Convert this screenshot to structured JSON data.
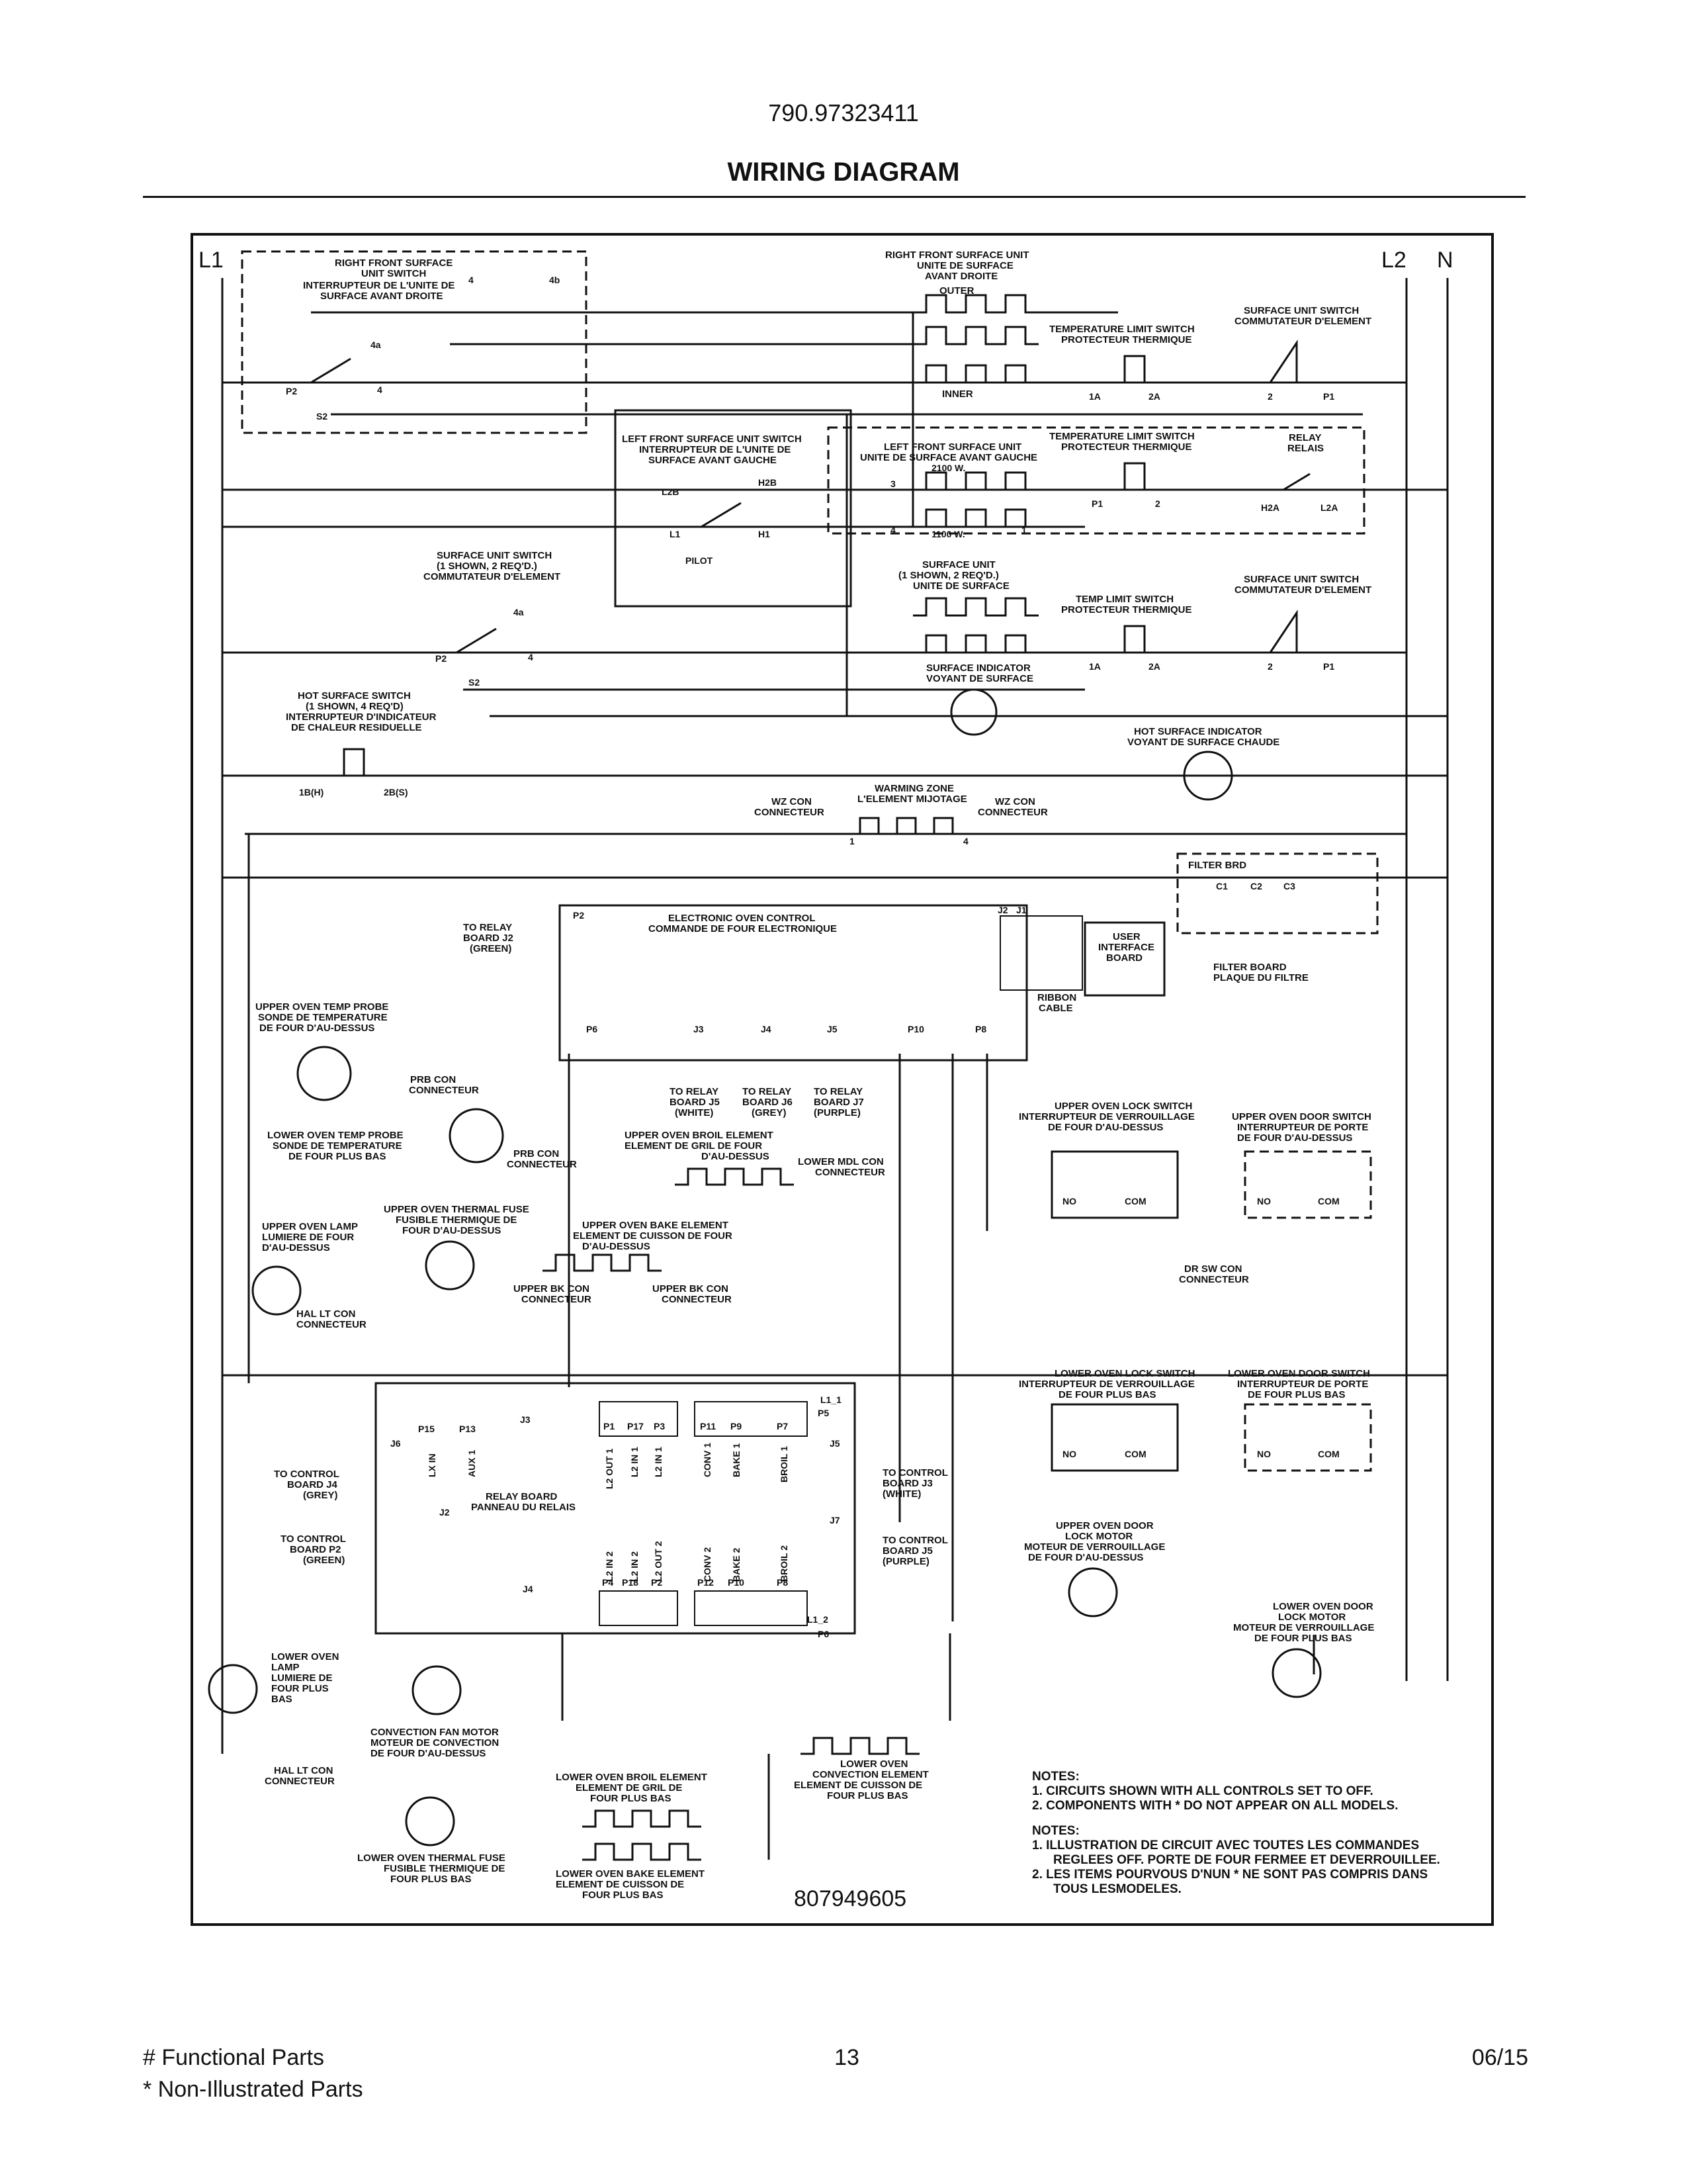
{
  "header": {
    "model": "790.97323411",
    "title": "WIRING DIAGRAM"
  },
  "footer": {
    "left1": "# Functional Parts",
    "left2": "* Non-Illustrated Parts",
    "page": "13",
    "date": "06/15"
  },
  "bus": {
    "l1": "L1",
    "l2": "L2",
    "n": "N"
  },
  "rf_switch": {
    "l1": "RIGHT FRONT SURFACE",
    "l2": "UNIT SWITCH",
    "l3": "INTERRUPTEUR DE L'UNITE DE",
    "l4": "SURFACE AVANT DROITE",
    "t4": "4",
    "t4b": "4b",
    "t4a": "4a",
    "p2": "P2",
    "s2": "S2",
    "t4c": "4"
  },
  "rf_unit": {
    "l1": "RIGHT FRONT SURFACE UNIT",
    "l2": "UNITE DE SURFACE",
    "l3": "AVANT DROITE",
    "outer": "OUTER",
    "inner": "INNER"
  },
  "rf_templimit": {
    "l1": "TEMPERATURE LIMIT SWITCH",
    "l2": "PROTECTEUR THERMIQUE",
    "a": "1A",
    "b": "2A"
  },
  "rf_sus": {
    "l1": "SURFACE UNIT SWITCH",
    "l2": "COMMUTATEUR D'ELEMENT",
    "a": "2",
    "b": "P1"
  },
  "lf_switch": {
    "l1": "LEFT FRONT SURFACE UNIT SWITCH",
    "l2": "INTERRUPTEUR DE L'UNITE DE",
    "l3": "SURFACE AVANT GAUCHE",
    "l2b": "L2B",
    "h2b": "H2B",
    "l1t": "L1",
    "h1": "H1",
    "pilot": "PILOT"
  },
  "lf_unit": {
    "l1": "LEFT FRONT SURFACE UNIT",
    "l2": "UNITE DE SURFACE AVANT GAUCHE",
    "w1": "2100 W.",
    "w2": "1100 W.",
    "t3": "3",
    "t4": "4",
    "t1": "1"
  },
  "lf_templimit": {
    "l1": "TEMPERATURE LIMIT SWITCH",
    "l2": "PROTECTEUR THERMIQUE",
    "a": "P1",
    "b": "2"
  },
  "relay": {
    "l1": "RELAY",
    "l2": "RELAIS",
    "a": "H2A",
    "b": "L2A"
  },
  "sus2": {
    "l1": "SURFACE UNIT SWITCH",
    "l2": "(1 SHOWN, 2 REQ'D.)",
    "l3": "COMMUTATEUR D'ELEMENT",
    "t4a": "4a",
    "p2": "P2",
    "t4": "4",
    "s2": "S2"
  },
  "su2": {
    "l1": "SURFACE UNIT",
    "l2": "(1 SHOWN, 2 REQ'D.)",
    "l3": "UNITE DE SURFACE"
  },
  "tl2": {
    "l1": "TEMP LIMIT SWITCH",
    "l2": "PROTECTEUR THERMIQUE",
    "a": "1A",
    "b": "2A"
  },
  "sus3": {
    "l1": "SURFACE UNIT SWITCH",
    "l2": "COMMUTATEUR D'ELEMENT",
    "a": "2",
    "b": "P1"
  },
  "si": {
    "l1": "SURFACE INDICATOR",
    "l2": "VOYANT DE SURFACE"
  },
  "hss": {
    "l1": "HOT SURFACE SWITCH",
    "l2": "(1 SHOWN, 4 REQ'D)",
    "l3": "INTERRUPTEUR D'INDICATEUR",
    "l4": "DE CHALEUR RESIDUELLE",
    "a": "1B(H)",
    "b": "2B(S)"
  },
  "hsi": {
    "l1": "HOT SURFACE INDICATOR",
    "l2": "VOYANT DE SURFACE CHAUDE"
  },
  "wz": {
    "l1": "WARMING ZONE",
    "l2": "L'ELEMENT MIJOTAGE",
    "con": "WZ CON",
    "con2": "CONNECTEUR",
    "a": "1",
    "b": "4"
  },
  "filter": {
    "title": "FILTER BRD",
    "c1": "C1",
    "c2": "C2",
    "c3": "C3",
    "n1": "FILTER BOARD",
    "n2": "PLAQUE DU FILTRE"
  },
  "eoc": {
    "l1": "ELECTRONIC OVEN CONTROL",
    "l2": "COMMANDE DE FOUR ELECTRONIQUE",
    "p2": "P2",
    "j2": "J2",
    "j1": "J1",
    "p6": "P6",
    "j3": "J3",
    "j4": "J4",
    "j5": "J5",
    "p10": "P10",
    "p8": "P8"
  },
  "to_relay_j2": {
    "l1": "TO RELAY",
    "l2": "BOARD J2",
    "l3": "(GREEN)"
  },
  "uib": {
    "l1": "USER",
    "l2": "INTERFACE",
    "l3": "BOARD",
    "rib1": "RIBBON",
    "rib2": "CABLE"
  },
  "to_j5": {
    "l1": "TO RELAY",
    "l2": "BOARD J5",
    "l3": "(WHITE)"
  },
  "to_j6": {
    "l1": "TO RELAY",
    "l2": "BOARD J6",
    "l3": "(GREY)"
  },
  "to_j7": {
    "l1": "TO RELAY",
    "l2": "BOARD J7",
    "l3": "(PURPLE)"
  },
  "uotp": {
    "l1": "UPPER OVEN TEMP PROBE",
    "l2": "SONDE DE TEMPERATURE",
    "l3": "DE FOUR D'AU-DESSUS"
  },
  "prb1": {
    "l1": "PRB CON",
    "l2": "CONNECTEUR"
  },
  "lotp": {
    "l1": "LOWER OVEN TEMP PROBE",
    "l2": "SONDE DE TEMPERATURE",
    "l3": "DE FOUR PLUS BAS"
  },
  "prb2": {
    "l1": "PRB CON",
    "l2": "CONNECTEUR"
  },
  "uobe": {
    "l1": "UPPER OVEN BROIL ELEMENT",
    "l2": "ELEMENT DE GRIL DE FOUR",
    "l3": "D'AU-DESSUS"
  },
  "lmd": {
    "l1": "LOWER MDL CON",
    "l2": "CONNECTEUR"
  },
  "uols": {
    "l1": "UPPER OVEN LOCK SWITCH",
    "l2": "INTERRUPTEUR DE VERROUILLAGE",
    "l3": "DE FOUR D'AU-DESSUS",
    "no": "NO",
    "com": "COM"
  },
  "uods": {
    "l1": "UPPER OVEN DOOR SWITCH",
    "l2": "INTERRUPTEUR DE PORTE",
    "l3": "DE FOUR D'AU-DESSUS",
    "no": "NO",
    "com": "COM"
  },
  "uotf": {
    "l1": "UPPER OVEN THERMAL FUSE",
    "l2": "FUSIBLE THERMIQUE DE",
    "l3": "FOUR D'AU-DESSUS"
  },
  "uolamp": {
    "l1": "UPPER OVEN LAMP",
    "l2": "LUMIERE DE FOUR",
    "l3": "D'AU-DESSUS"
  },
  "uobake": {
    "l1": "UPPER OVEN BAKE ELEMENT",
    "l2": "ELEMENT DE CUISSON DE FOUR",
    "l3": "D'AU-DESSUS"
  },
  "ubk1": {
    "l1": "UPPER BK CON",
    "l2": "CONNECTEUR"
  },
  "ubk2": {
    "l1": "UPPER BK CON",
    "l2": "CONNECTEUR"
  },
  "drsw": {
    "l1": "DR SW CON",
    "l2": "CONNECTEUR"
  },
  "hal1": {
    "l1": "HAL LT CON",
    "l2": "CONNECTEUR"
  },
  "rb": {
    "l1": "RELAY BOARD",
    "l2": "PANNEAU DU RELAIS",
    "p15": "P15",
    "p13": "P13",
    "j3": "J3",
    "p1": "P1",
    "p17": "P17",
    "p3": "P3",
    "p11": "P11",
    "p9": "P9",
    "p7": "P7",
    "l11": "L1_1",
    "p5": "P5",
    "lxin": "LX IN",
    "aux1": "AUX 1",
    "l2out1": "L2 OUT 1",
    "l2in1a": "L2 IN 1",
    "l2in1b": "L2 IN 1",
    "conv1": "CONV 1",
    "bake1": "BAKE 1",
    "broil1": "BROIL 1",
    "l2in2a": "L2 IN 2",
    "l2in2b": "L2 IN 2",
    "l2out2": "L2 OUT 2",
    "conv2": "CONV 2",
    "bake2": "BAKE 2",
    "broil2": "BROIL 2",
    "j6": "J6",
    "j2": "J2",
    "j5": "J5",
    "j7": "J7",
    "j4": "J4",
    "p4": "P4",
    "p18": "P18",
    "p2": "P2",
    "p12": "P12",
    "p10": "P10",
    "p8": "P8",
    "l12": "L1_2",
    "p6": "P6"
  },
  "tc_j4": {
    "l1": "TO CONTROL",
    "l2": "BOARD J4",
    "l3": "(GREY)"
  },
  "tc_p2": {
    "l1": "TO CONTROL",
    "l2": "BOARD P2",
    "l3": "(GREEN)"
  },
  "tc_j3": {
    "l1": "TO CONTROL",
    "l2": "BOARD J3",
    "l3": "(WHITE)"
  },
  "tc_j5": {
    "l1": "TO CONTROL",
    "l2": "BOARD J5",
    "l3": "(PURPLE)"
  },
  "lols": {
    "l1": "LOWER OVEN LOCK SWITCH",
    "l2": "INTERRUPTEUR DE VERROUILLAGE",
    "l3": "DE FOUR PLUS BAS",
    "no": "NO",
    "com": "COM"
  },
  "lods": {
    "l1": "LOWER OVEN DOOR SWITCH",
    "l2": "INTERRUPTEUR DE PORTE",
    "l3": "DE FOUR PLUS BAS",
    "no": "NO",
    "com": "COM"
  },
  "uodlm": {
    "l1": "UPPER OVEN DOOR",
    "l2": "LOCK MOTOR",
    "l3": "MOTEUR DE VERROUILLAGE",
    "l4": "DE FOUR D'AU-DESSUS"
  },
  "lodlm": {
    "l1": "LOWER OVEN DOOR",
    "l2": "LOCK MOTOR",
    "l3": "MOTEUR DE VERROUILLAGE",
    "l4": "DE FOUR PLUS BAS"
  },
  "lolamp": {
    "l1": "LOWER OVEN",
    "l2": "LAMP",
    "l3": "LUMIERE DE",
    "l4": "FOUR PLUS",
    "l5": "BAS"
  },
  "cfm": {
    "l1": "CONVECTION FAN MOTOR",
    "l2": "MOTEUR DE CONVECTION",
    "l3": "DE FOUR D'AU-DESSUS"
  },
  "hal2": {
    "l1": "HAL LT CON",
    "l2": "CONNECTEUR"
  },
  "lobroil": {
    "l1": "LOWER OVEN BROIL ELEMENT",
    "l2": "ELEMENT DE GRIL DE",
    "l3": "FOUR PLUS BAS"
  },
  "loconv": {
    "l1": "LOWER OVEN",
    "l2": "CONVECTION ELEMENT",
    "l3": "ELEMENT DE CUISSON DE",
    "l4": "FOUR PLUS BAS"
  },
  "lotf": {
    "l1": "LOWER OVEN THERMAL FUSE",
    "l2": "FUSIBLE THERMIQUE DE",
    "l3": "FOUR PLUS BAS"
  },
  "lobake": {
    "l1": "LOWER OVEN BAKE ELEMENT",
    "l2": "ELEMENT DE CUISSON DE",
    "l3": "FOUR PLUS BAS"
  },
  "notes": {
    "h1": "NOTES:",
    "n1": "1.  CIRCUITS SHOWN WITH ALL CONTROLS SET TO OFF.",
    "n2": "2.  COMPONENTS WITH * DO NOT APPEAR ON ALL MODELS.",
    "h2": "NOTES:",
    "f1": "1.  ILLUSTRATION DE CIRCUIT AVEC TOUTES LES COMMANDES",
    "f1b": "REGLEES OFF. PORTE DE FOUR FERMEE ET DEVERROUILLEE.",
    "f2": "2.  LES ITEMS POURVOUS D'NUN * NE SONT PAS COMPRIS DANS",
    "f2b": "TOUS LESMODELES."
  },
  "partno": "807949605"
}
